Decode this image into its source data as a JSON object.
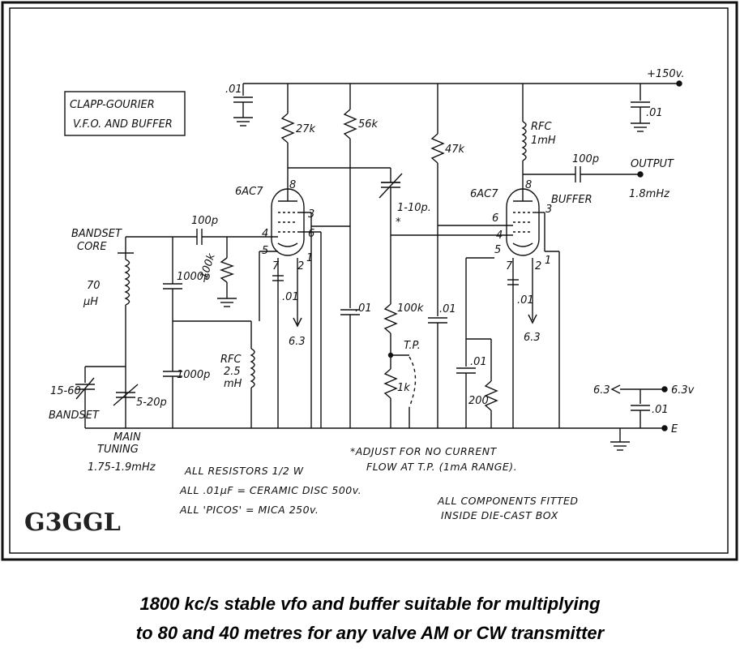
{
  "title_box": {
    "line1": "CLAPP-GOURIER",
    "line2": "V.F.O. AND BUFFER"
  },
  "supply": {
    "hv": "+150v.",
    "heater_in": "6.3v",
    "heater_out": "6.3",
    "earth": "E"
  },
  "valves": {
    "osc_type": "6AC7",
    "buf_type": "6AC7",
    "buf_name": "BUFFER"
  },
  "components": {
    "c_top_left": ".01",
    "c_top_right": ".01",
    "r_27k": "27k",
    "r_56k": "56k",
    "r_47k": "47k",
    "rfc_buf": "RFC",
    "rfc_buf_val": "1mH",
    "c_out": "100p",
    "output_label": "OUTPUT",
    "output_freq": "1.8mHz",
    "c_grid": "100p",
    "c_1000_a": "1000p",
    "c_1000_b": "1000p",
    "r_grid": "100k",
    "bandset_core": "BANDSET",
    "bandset_core2": "CORE",
    "l_val": "70",
    "l_unit": "μH",
    "rfc_osc": "RFC",
    "rfc_osc_val": "2.5",
    "rfc_osc_unit": "mH",
    "trim_bandset": "15-60",
    "bandset_lbl": "BANDSET",
    "var_main": "5-20p",
    "main_tuning": "MAIN",
    "main_tuning2": "TUNING",
    "tuning_range": "1.75-1.9mHz",
    "trimmer": "1-10p.",
    "asterisk": "*",
    "r_100k_b": "100k",
    "r_1k": "1k",
    "tp": "T.P.",
    "c_01_a": ".01",
    "c_01_b": ".01",
    "c_01_c": ".01",
    "c_01_heater_osc": ".01",
    "c_01_heater_buf": ".01",
    "c_01_heater_supply": ".01",
    "r_200": "200",
    "heater_osc": "6.3",
    "heater_buf": "6.3"
  },
  "pins": {
    "o8": "8",
    "o3": "3",
    "o6": "6",
    "o4": "4",
    "o5": "5",
    "o7": "7",
    "o2": "2",
    "o1": "1",
    "b8": "8",
    "b6": "6",
    "b4": "4",
    "b3": "3",
    "b5": "5",
    "b7": "7",
    "b2": "2",
    "b1": "1"
  },
  "notes": {
    "adjust1": "*ADJUST FOR NO CURRENT",
    "adjust2": "FLOW AT T.P. (1mA RANGE).",
    "res": "ALL RESISTORS 1/2 W",
    "caps": "ALL .01μF = CERAMIC DISC 500v.",
    "picos": "ALL 'PICOS' = MICA 250v.",
    "box1": "ALL COMPONENTS FITTED",
    "box2": "INSIDE DIE-CAST BOX"
  },
  "callsign": "G3GGL",
  "caption": {
    "line1": "1800 kc/s stable vfo and buffer suitable for multiplying",
    "line2": "to 80 and 40 metres for any valve AM or CW transmitter"
  }
}
